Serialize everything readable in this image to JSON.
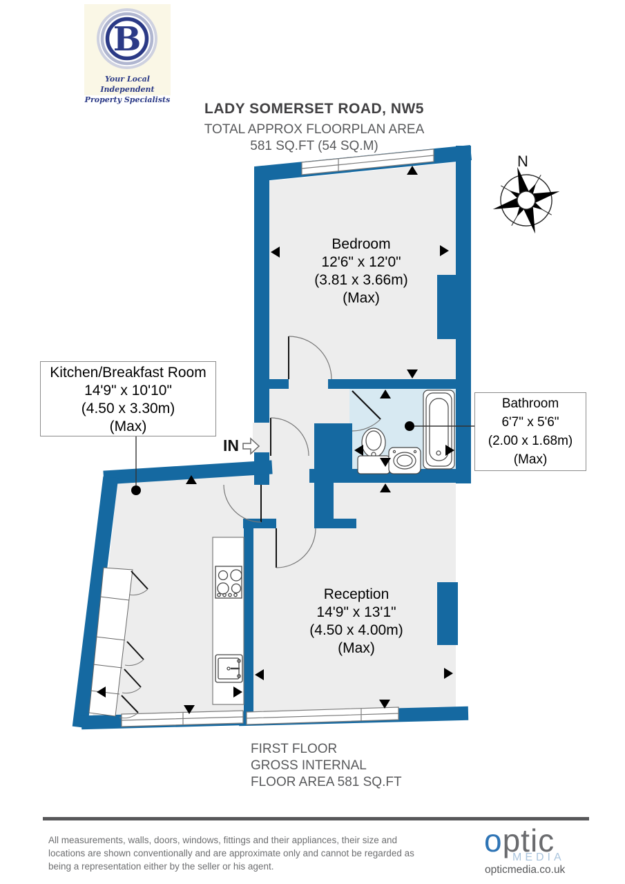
{
  "agency": {
    "initial": "B",
    "tagline1": "Your Local Independent",
    "tagline2": "Property Specialists"
  },
  "header": {
    "title": "LADY SOMERSET ROAD, NW5",
    "area_line1": "TOTAL APPROX FLOORPLAN AREA",
    "area_line2": "581 SQ.FT (54 SQ.M)"
  },
  "rooms": {
    "bedroom": {
      "name": "Bedroom",
      "size_imperial": "12'6\" x 12'0\"",
      "size_metric": "(3.81 x 3.66m)",
      "max": "(Max)"
    },
    "kitchen": {
      "name": "Kitchen/Breakfast Room",
      "size_imperial": "14'9\" x 10'10\"",
      "size_metric": "(4.50 x 3.30m)",
      "max": "(Max)"
    },
    "bathroom": {
      "name": "Bathroom",
      "size_imperial": "6'7\" x 5'6\"",
      "size_metric": "(2.00 x 1.68m)",
      "max": "(Max)"
    },
    "reception": {
      "name": "Reception",
      "size_imperial": "14'9\" x 13'1\"",
      "size_metric": "(4.50 x 4.00m)",
      "max": "(Max)"
    }
  },
  "plan": {
    "entry_label": "IN",
    "compass_label": "N"
  },
  "floor_summary": {
    "line1": "FIRST FLOOR",
    "line2": "GROSS INTERNAL",
    "line3": "FLOOR AREA 581 SQ.FT"
  },
  "footer": {
    "disclaimer": "All measurements, walls, doors, windows, fittings and their appliances, their size and locations are shown conventionally and are approximate only and cannot be regarded as being a representation either by the seller or his agent.",
    "brand_o": "o",
    "brand_rest": "ptic",
    "brand_media": "MEDIA",
    "brand_url": "opticmedia.co.uk"
  },
  "colors": {
    "wall": "#1569a1",
    "floor": "#ededed",
    "bathroom_floor": "#d7e9f2",
    "brand_blue": "#2e74b5",
    "logo_navy": "#2b3a86"
  }
}
